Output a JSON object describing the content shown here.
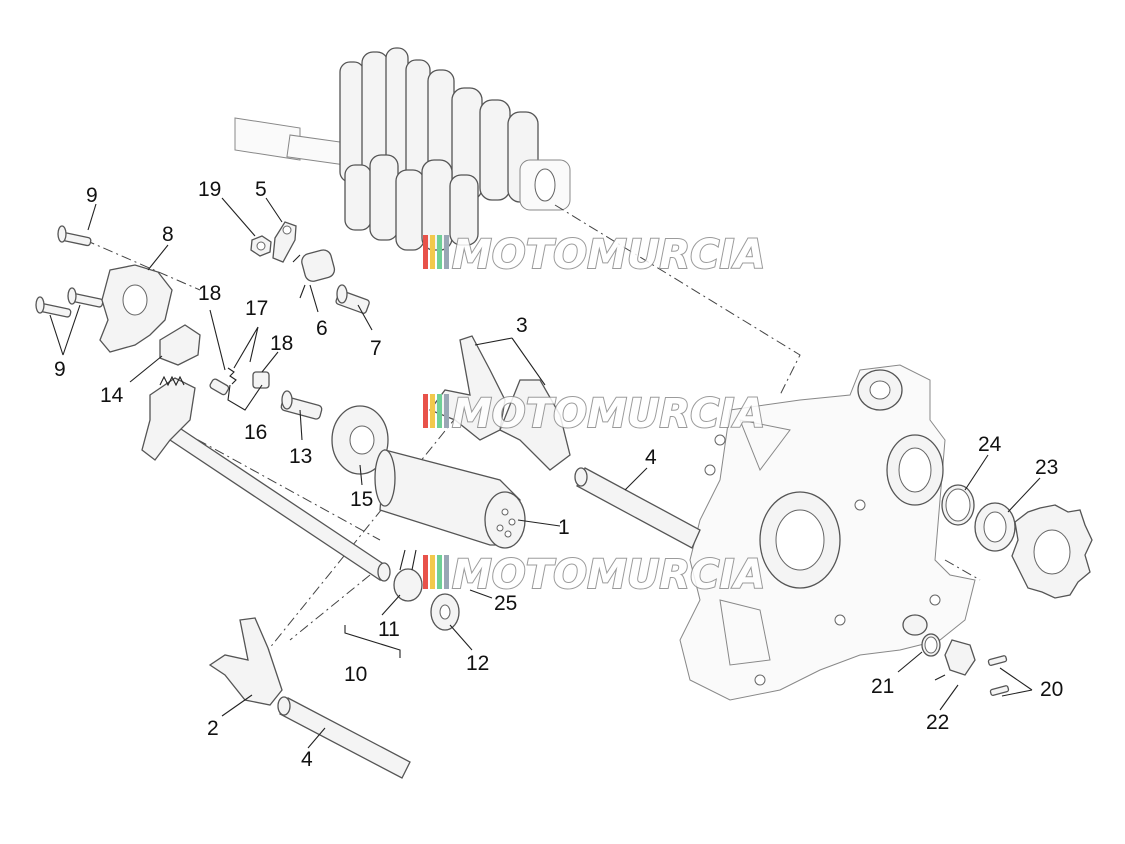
{
  "diagram": {
    "callouts": [
      {
        "id": "c9a",
        "label": "9"
      },
      {
        "id": "c19",
        "label": "19"
      },
      {
        "id": "c5",
        "label": "5"
      },
      {
        "id": "c8",
        "label": "8"
      },
      {
        "id": "c18a",
        "label": "18"
      },
      {
        "id": "c17",
        "label": "17"
      },
      {
        "id": "c18b",
        "label": "18"
      },
      {
        "id": "c6",
        "label": "6"
      },
      {
        "id": "c7",
        "label": "7"
      },
      {
        "id": "c3",
        "label": "3"
      },
      {
        "id": "c9b",
        "label": "9"
      },
      {
        "id": "c14",
        "label": "14"
      },
      {
        "id": "c16",
        "label": "16"
      },
      {
        "id": "c13",
        "label": "13"
      },
      {
        "id": "c15",
        "label": "15"
      },
      {
        "id": "c4a",
        "label": "4"
      },
      {
        "id": "c24",
        "label": "24"
      },
      {
        "id": "c23",
        "label": "23"
      },
      {
        "id": "c1",
        "label": "1"
      },
      {
        "id": "c25",
        "label": "25"
      },
      {
        "id": "c11",
        "label": "11"
      },
      {
        "id": "c12",
        "label": "12"
      },
      {
        "id": "c10",
        "label": "10"
      },
      {
        "id": "c2",
        "label": "2"
      },
      {
        "id": "c4b",
        "label": "4"
      },
      {
        "id": "c21",
        "label": "21"
      },
      {
        "id": "c20",
        "label": "20"
      },
      {
        "id": "c22",
        "label": "22"
      }
    ],
    "watermark": {
      "text": "MOTOMURCIA",
      "colors": [
        "#e8524a",
        "#f2c94c",
        "#6fcf97",
        "#9aa7b5"
      ]
    }
  }
}
